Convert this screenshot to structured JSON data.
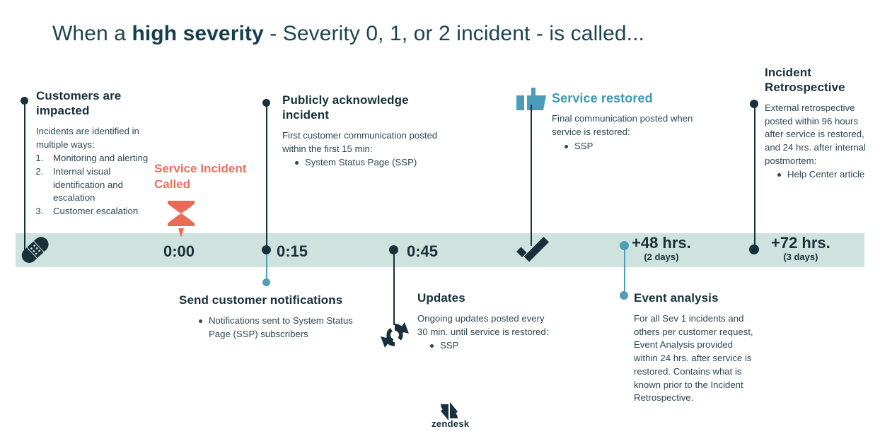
{
  "title": {
    "part1": "When a ",
    "bold": "high severity",
    "part2": " - Severity 0, 1, or 2 incident - is called..."
  },
  "colors": {
    "dark_teal": "#17303a",
    "band": "#cfe3de",
    "accent_teal": "#4f9fb8",
    "coral": "#ee6f5e",
    "body_text": "#2c4751"
  },
  "timeline": {
    "markers": [
      {
        "label": "0:00",
        "sub": ""
      },
      {
        "label": "0:15",
        "sub": ""
      },
      {
        "label": "0:45",
        "sub": ""
      },
      {
        "label": "+48 hrs.",
        "sub": "(2 days)"
      },
      {
        "label": "+72 hrs.",
        "sub": "(3 days)"
      }
    ]
  },
  "incident_called": {
    "line1": "Service Incident",
    "line2": "Called"
  },
  "blocks": {
    "customers_impacted": {
      "heading_l1": "Customers are",
      "heading_l2": "impacted",
      "body": "Incidents are identified in multiple ways:",
      "list": [
        "Monitoring and alerting",
        "Internal visual identification and escalation",
        "Customer escalation"
      ]
    },
    "publicly_acknowledge": {
      "heading_l1": "Publicly acknowledge",
      "heading_l2": "incident",
      "body": "First customer communication posted within the first 15 min:",
      "list": [
        "System Status Page (SSP)"
      ]
    },
    "service_restored": {
      "heading": "Service restored",
      "body": "Final communication posted when service is restored:",
      "list": [
        "SSP"
      ]
    },
    "incident_retrospective": {
      "heading_l1": "Incident",
      "heading_l2": "Retrospective",
      "body": "External retrospective posted within 96 hours after service is restored, and 24 hrs. after internal postmortem:",
      "list": [
        "Help Center article"
      ]
    },
    "send_notifications": {
      "heading": "Send customer notifications",
      "list": [
        "Notifications sent to System Status Page (SSP) subscribers"
      ]
    },
    "updates": {
      "heading": "Updates",
      "body": "Ongoing updates posted every 30 min. until service is restored:",
      "list": [
        "SSP"
      ]
    },
    "event_analysis": {
      "heading": "Event analysis",
      "body": "For all Sev 1 incidents and others per customer request, Event Analysis provided within 24 hrs. after service is restored. Contains what is known prior to the Incident Retrospective."
    }
  },
  "logo": {
    "wordmark": "zendesk"
  }
}
